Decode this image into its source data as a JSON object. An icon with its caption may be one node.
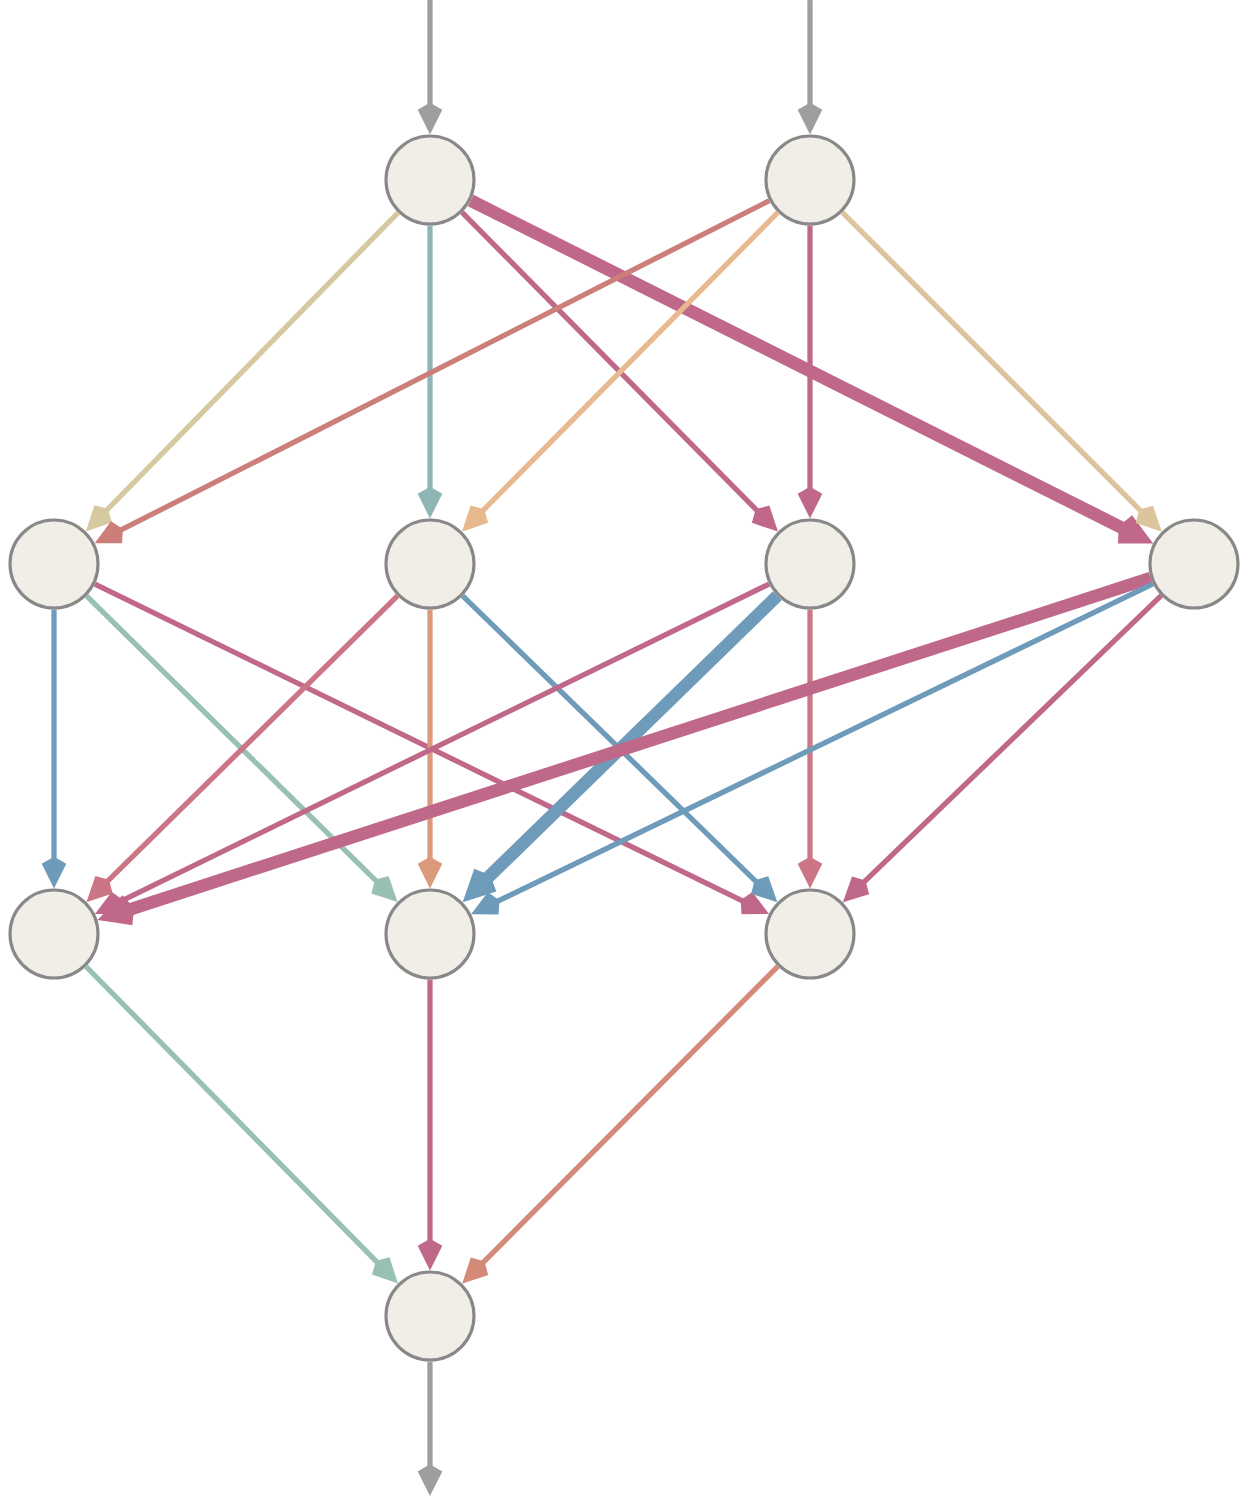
{
  "diagram": {
    "nodes": [
      {
        "text": [],
        "shape": "circle"
      },
      {
        "text": [],
        "shape": "circle"
      },
      {
        "text": [],
        "shape": "circle"
      },
      {
        "text": [],
        "shape": "circle"
      },
      {
        "text": [],
        "shape": "circle"
      },
      {
        "text": [],
        "shape": "circle"
      },
      {
        "text": [],
        "shape": "circle"
      },
      {
        "text": [],
        "shape": "circle"
      },
      {
        "text": [],
        "shape": "circle"
      },
      {
        "text": [],
        "shape": "circle"
      }
    ],
    "edges": [
      {
        "from": null,
        "to": 0,
        "arrow": "to",
        "color": "#9e9e9e"
      },
      {
        "from": null,
        "to": 1,
        "arrow": "to",
        "color": "#9e9e9e"
      },
      {
        "from": 0,
        "to": 2,
        "arrow": "to",
        "color": "#d6c9a0"
      },
      {
        "from": 0,
        "to": 3,
        "arrow": "to",
        "color": "#8fb5b5"
      },
      {
        "from": 0,
        "to": 4,
        "arrow": "to",
        "color": "#c0688a"
      },
      {
        "from": 0,
        "to": 5,
        "arrow": "to",
        "style": "thick",
        "color": "#c0688a"
      },
      {
        "from": 1,
        "to": 2,
        "arrow": "to",
        "color": "#cc7f7a"
      },
      {
        "from": 1,
        "to": 3,
        "arrow": "to",
        "color": "#e8b98f"
      },
      {
        "from": 1,
        "to": 4,
        "arrow": "to",
        "color": "#c0688a"
      },
      {
        "from": 1,
        "to": 5,
        "arrow": "to",
        "color": "#dcc49c"
      },
      {
        "from": 2,
        "to": 6,
        "arrow": "to",
        "color": "#6f9bbb"
      },
      {
        "from": 2,
        "to": 7,
        "arrow": "to",
        "color": "#98c1b4"
      },
      {
        "from": 2,
        "to": 8,
        "arrow": "to",
        "color": "#c0688a"
      },
      {
        "from": 3,
        "to": 6,
        "arrow": "to",
        "color": "#cc7585"
      },
      {
        "from": 3,
        "to": 7,
        "arrow": "to",
        "color": "#dc9a7c"
      },
      {
        "from": 3,
        "to": 8,
        "arrow": "to",
        "color": "#6f9bbb"
      },
      {
        "from": 4,
        "to": 6,
        "arrow": "to",
        "color": "#c0688a"
      },
      {
        "from": 4,
        "to": 7,
        "arrow": "to",
        "style": "thick",
        "color": "#6f9bbb"
      },
      {
        "from": 4,
        "to": 8,
        "arrow": "to",
        "color": "#cc7585"
      },
      {
        "from": 5,
        "to": 6,
        "arrow": "to",
        "style": "thick",
        "color": "#c0688a"
      },
      {
        "from": 5,
        "to": 7,
        "arrow": "to",
        "color": "#6f9bbb"
      },
      {
        "from": 5,
        "to": 8,
        "arrow": "to",
        "color": "#c0688a"
      },
      {
        "from": 6,
        "to": 9,
        "arrow": "to",
        "color": "#98c1b4"
      },
      {
        "from": 7,
        "to": 9,
        "arrow": "to",
        "color": "#c0688a"
      },
      {
        "from": 8,
        "to": 9,
        "arrow": "to",
        "color": "#d48a78"
      },
      {
        "from": 9,
        "to": null,
        "arrow": "to",
        "color": "#9e9e9e"
      }
    ]
  }
}
